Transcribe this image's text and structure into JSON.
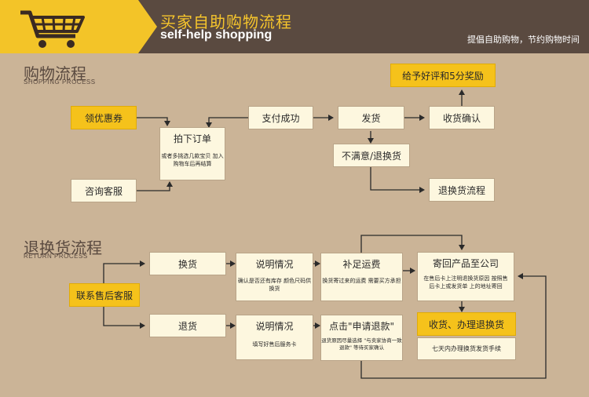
{
  "header": {
    "title": "买家自助购物流程",
    "subtitle": "self-help shopping",
    "slogan": "提倡自助购物，节约购物时间"
  },
  "shopping": {
    "title": "购物流程",
    "subtitle": "SHOPPING PROCESS",
    "nodes": {
      "coupon": "领优惠券",
      "consult": "咨询客服",
      "order": "拍下订单",
      "order_note": "或者多挑选几款宝贝 加入购物车后再结算",
      "pay": "支付成功",
      "ship": "发货",
      "unsatisfied": "不满意/退换货",
      "receive": "收货确认",
      "review": "给予好评和5分奖励",
      "return_flow": "退换货流程"
    }
  },
  "returns": {
    "title": "退换货流程",
    "subtitle": "RETURN PROCESS",
    "nodes": {
      "contact": "联系售后客服",
      "exchange": "换货",
      "refund": "退货",
      "explain1": "说明情况",
      "explain1_note": "确认是否还有库存 颜色尺码供换货",
      "explain2": "说明情况",
      "explain2_note": "填写好售后服务卡",
      "freight": "补足运费",
      "freight_note": "换货寄过来的运费 需要买方承担",
      "apply": "点击\"申请退款\"",
      "apply_note": "退货原因尽量选择 \"与卖家协商一致退款\" 等待买家确认",
      "mail": "寄回产品至公司",
      "mail_note": "在售后卡上注明退换货原因 按照售后卡上或发货单 上的地址寄回",
      "handle": "收货、办理退换货",
      "handle_note": "七天内办理换货发货手续"
    }
  }
}
